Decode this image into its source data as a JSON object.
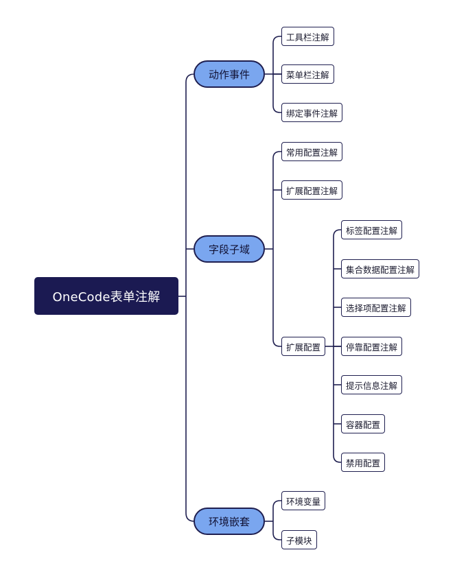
{
  "root": {
    "label": "OneCode表单注解"
  },
  "groups": {
    "action": {
      "label": "动作事件",
      "items": [
        "工具栏注解",
        "菜单栏注解",
        "绑定事件注解"
      ]
    },
    "field": {
      "label": "字段子域",
      "items": [
        "常用配置注解",
        "扩展配置注解"
      ],
      "ext": {
        "label": "扩展配置",
        "items": [
          "标签配置注解",
          "集合数据配置注解",
          "选择项配置注解",
          "停靠配置注解",
          "提示信息注解",
          "容器配置",
          "禁用配置"
        ]
      }
    },
    "env": {
      "label": "环境嵌套",
      "items": [
        "环境变量",
        "子模块"
      ]
    }
  }
}
